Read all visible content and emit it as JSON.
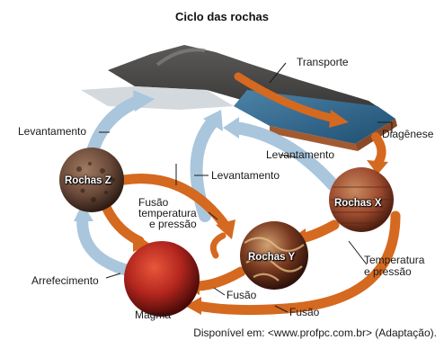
{
  "title": "Ciclo das rochas",
  "labels": {
    "transporte": "Transporte",
    "levantamento_left": "Levantamento",
    "diagenese": "Diagênese",
    "levantamento_right": "Levantamento",
    "levantamento_center": "Levantamento",
    "rochas_z": "Rochas Z",
    "rochas_x": "Rochas X",
    "rochas_y": "Rochas Y",
    "fusao_temp_1": "Fusão",
    "fusao_temp_2": "temperatura",
    "fusao_temp_3": "e pressão",
    "temp_pressao_1": "Temperatura",
    "temp_pressao_2": "e pressão",
    "arrefecimento": "Arrefecimento",
    "fusao_inner": "Fusão",
    "fusao_outer": "Fusão",
    "magma": "Magma"
  },
  "source": "Disponível em: <www.profpc.com.br> (Adaptação).",
  "colors": {
    "orange_arrow": "#d4691f",
    "blue_arrow": "#a9c6dd",
    "magma": "#b3261e",
    "rock_x": "#9c4a2e",
    "rock_z": "#6b4a3a",
    "rock_y": "#5a2a1a"
  }
}
